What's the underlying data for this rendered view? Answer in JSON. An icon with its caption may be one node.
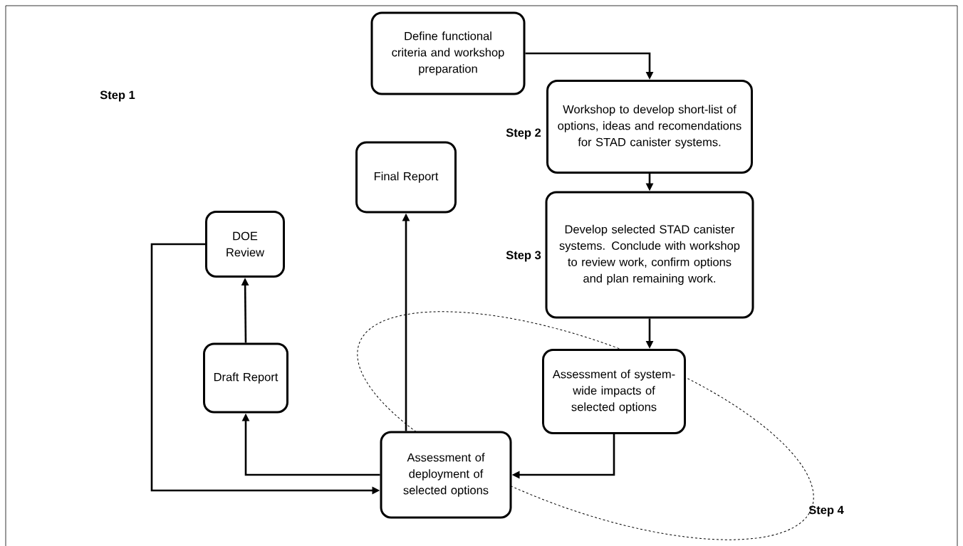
{
  "diagram": {
    "nodes": [
      {
        "text": [
          "Define functional criteria and workshop preparation"
        ]
      },
      {
        "text": [
          "Workshop to develop short-list of options, ideas and recomendations for STAD canister systems."
        ]
      },
      {
        "text": [
          "Final Report"
        ]
      },
      {
        "text": [
          "Develop selected STAD canister systems. Conclude with workshop to review work, confirm options and plan remaining work."
        ]
      },
      {
        "text": [
          "DOE Review"
        ]
      },
      {
        "text": [
          "Draft Report"
        ]
      },
      {
        "text": [
          "Assessment of system-wide impacts of selected options"
        ]
      },
      {
        "text": [
          "Assessment of deployment of selected options"
        ]
      }
    ],
    "edges": [
      {
        "from": 0,
        "to": 1,
        "arrow": "to"
      },
      {
        "from": 1,
        "to": 3,
        "arrow": "to"
      },
      {
        "from": 3,
        "to": 6,
        "arrow": "to"
      },
      {
        "from": 6,
        "to": 7,
        "arrow": "to"
      },
      {
        "from": 7,
        "to": 5,
        "arrow": "to"
      },
      {
        "from": 7,
        "to": 2,
        "arrow": "to"
      },
      {
        "from": 5,
        "to": 4,
        "arrow": "to"
      },
      {
        "from": 4,
        "to": 7,
        "arrow": "to"
      }
    ],
    "labels": [
      "Step 1",
      "Step 2",
      "Step 3",
      "Step 4"
    ]
  }
}
